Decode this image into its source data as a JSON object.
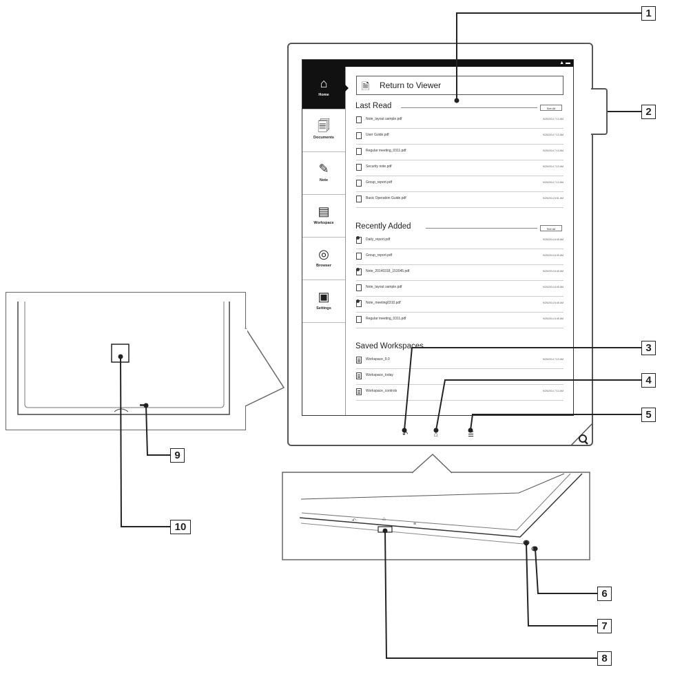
{
  "callouts": [
    "1",
    "2",
    "3",
    "4",
    "5",
    "6",
    "7",
    "8",
    "9",
    "10"
  ],
  "sidebar": {
    "items": [
      {
        "label": "Home",
        "icon": "home-icon"
      },
      {
        "label": "Documents",
        "icon": "documents-icon"
      },
      {
        "label": "Note",
        "icon": "note-icon"
      },
      {
        "label": "Workspace",
        "icon": "workspace-icon"
      },
      {
        "label": "Browser",
        "icon": "browser-icon"
      },
      {
        "label": "Settings",
        "icon": "settings-icon"
      }
    ]
  },
  "main": {
    "return_label": "Return to Viewer",
    "see_all_label": "See All",
    "last_read": {
      "title": "Last Read",
      "items": [
        {
          "name": "Note_layout sample.pdf",
          "date": "9/25/2014 7:13 AM"
        },
        {
          "name": "User Guide.pdf",
          "date": "9/25/2014 7:13 AM"
        },
        {
          "name": "Regular meeting_0311.pdf",
          "date": "9/25/2014 7:14 AM"
        },
        {
          "name": "Security note.pdf",
          "date": "9/25/2014 7:13 AM"
        },
        {
          "name": "Group_report.pdf",
          "date": "9/25/2014 7:13 AM"
        },
        {
          "name": "Basic Operation Guide.pdf",
          "date": "9/25/2014 6:51 AM"
        }
      ]
    },
    "recently_added": {
      "title": "Recently Added",
      "items": [
        {
          "name": "Daily_report.pdf",
          "date": "9/25/2014 6:45 AM",
          "pen": true
        },
        {
          "name": "Group_report.pdf",
          "date": "9/25/2014 6:45 AM",
          "pen": false
        },
        {
          "name": "Note_20140318_153045.pdf",
          "date": "9/25/2014 6:45 AM",
          "pen": true
        },
        {
          "name": "Note_layout sample.pdf",
          "date": "9/25/2014 6:45 AM",
          "pen": false
        },
        {
          "name": "Note_meeting0310.pdf",
          "date": "9/25/2014 6:45 AM",
          "pen": true
        },
        {
          "name": "Regular meeting_0311.pdf",
          "date": "9/25/2014 6:45 AM",
          "pen": false
        }
      ]
    },
    "saved_workspaces": {
      "title": "Saved Workspaces",
      "items": [
        {
          "name": "Workspace_9.0",
          "date": "9/25/2014 7:13 AM"
        },
        {
          "name": "Workspace_today",
          "date": ""
        },
        {
          "name": "Workspace_controls",
          "date": "9/25/2014 7:13 AM"
        }
      ]
    }
  },
  "colors": {
    "ink": "#222222",
    "frame": "#555555",
    "active": "#111111"
  }
}
